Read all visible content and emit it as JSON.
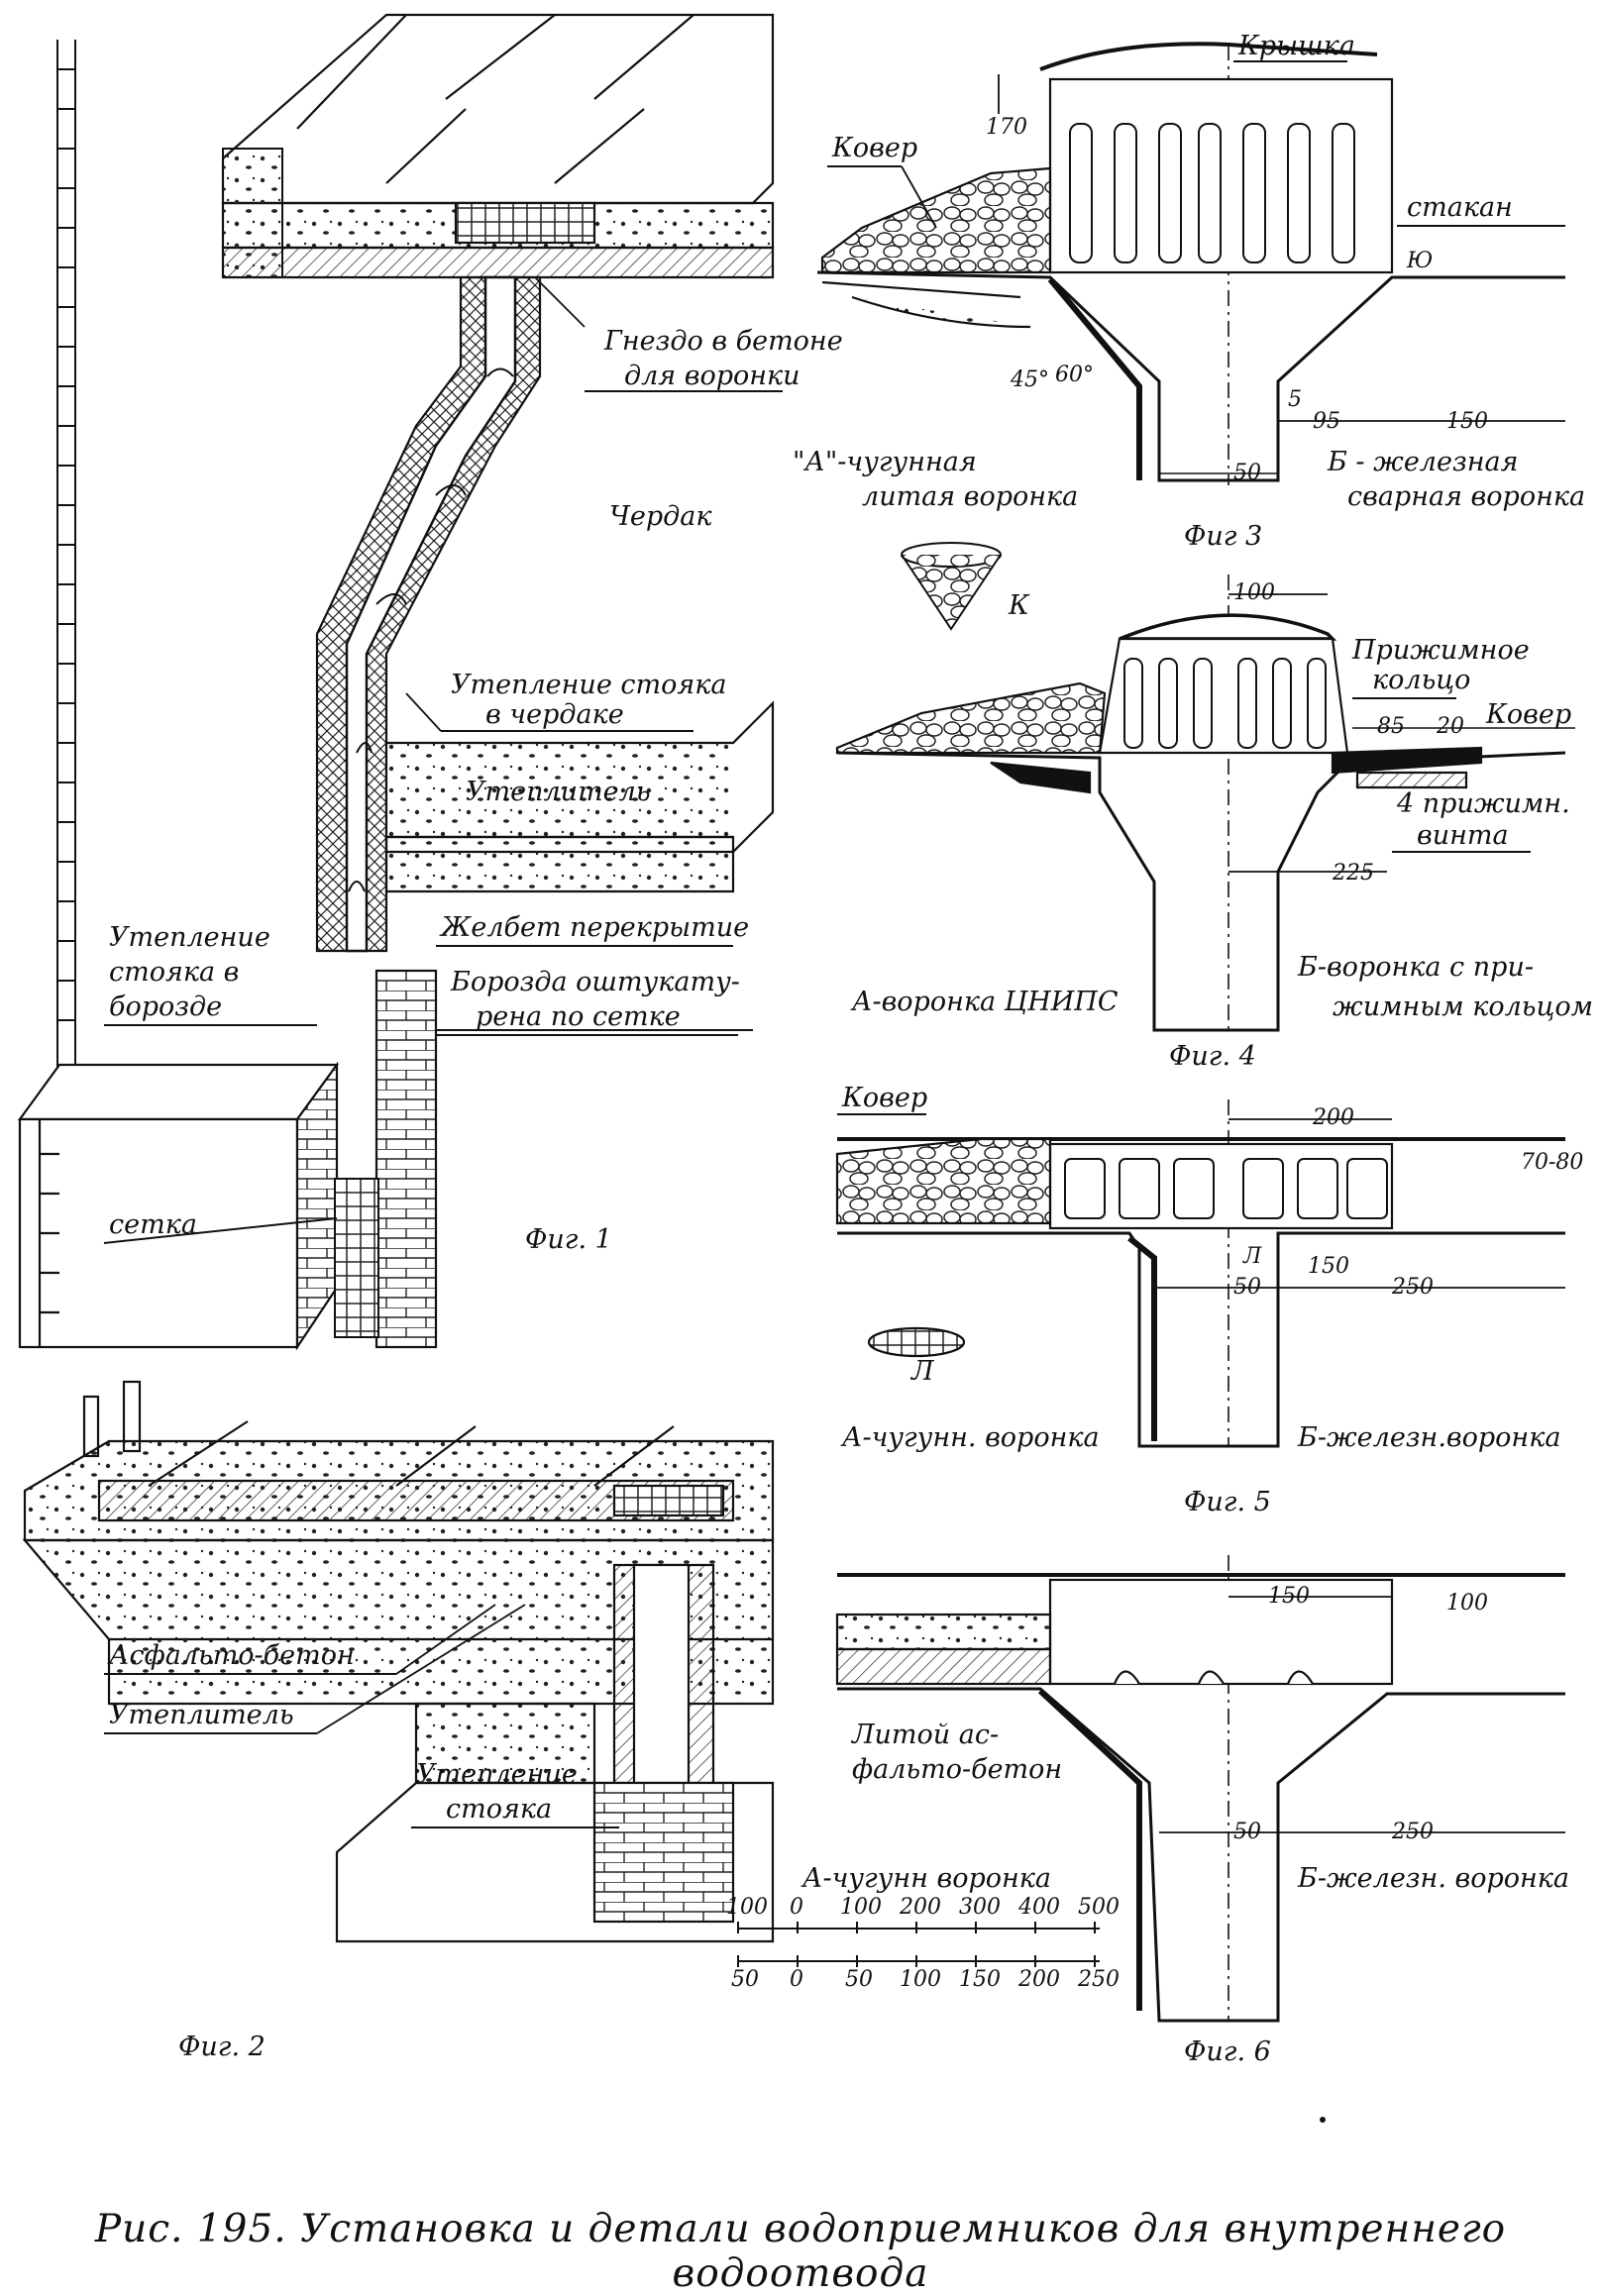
{
  "caption": "Рис. 195. Установка и детали водоприемников для внутреннего водоотвода",
  "figures": {
    "fig1": {
      "title": "Фиг. 1",
      "labels": {
        "nest_line1": "Гнездо в бетоне",
        "nest_line2": "для воронки",
        "attic": "Чердак",
        "riser_attic_line1": "Утепление стояка",
        "riser_attic_line2": "в чердаке",
        "insulation": "Утеплитель",
        "slab": "Желбет перекрытие",
        "riser_groove_line1": "Утепление",
        "riser_groove_line2": "стояка в",
        "riser_groove_line3": "борозде",
        "groove_line1": "Борозда оштукату-",
        "groove_line2": "рена по сетке",
        "mesh": "сетка"
      }
    },
    "fig2": {
      "title": "Фиг. 2",
      "labels": {
        "asphalt": "Асфальто-бетон",
        "insulation": "Утеплитель",
        "riser_line1": "Утепление",
        "riser_line2": "стояка"
      }
    },
    "fig3": {
      "title": "Фиг 3",
      "labels": {
        "cover": "Крышка",
        "carpet": "Ковер",
        "cup": "стакан",
        "cup_mark": "Ю",
        "left_line1": "\"А\"-чугунная",
        "left_line2": "литая воронка",
        "right_line1": "Б - железная",
        "right_line2": "сварная воронка",
        "strainer_mark": "К"
      },
      "dims": {
        "height": "170",
        "angle1": "45°",
        "angle2": "60°",
        "five": "5",
        "d95": "95",
        "d150": "150",
        "d50": "50"
      }
    },
    "fig4": {
      "title": "Фиг. 4",
      "labels": {
        "ring_line1": "Прижимное",
        "ring_line2": "кольцо",
        "carpet": "Ковер",
        "screws_line1": "4 прижимн.",
        "screws_line2": "винта",
        "left": "А-воронка ЦНИПС",
        "right_line1": "Б-воронка с при-",
        "right_line2": "жимным кольцом"
      },
      "dims": {
        "d100": "100",
        "d85": "85",
        "d20": "20",
        "d225": "225"
      }
    },
    "fig5": {
      "title": "Фиг. 5",
      "labels": {
        "carpet": "Ковер",
        "grate_mark": "Л",
        "grate_mark2": "Л",
        "left": "А-чугунн. воронка",
        "right": "Б-железн.воронка"
      },
      "dims": {
        "d200": "200",
        "d70_80": "70-80",
        "d150": "150",
        "d50": "50",
        "d250": "250"
      }
    },
    "fig6": {
      "title": "Фиг. 6",
      "labels": {
        "asphalt_line1": "Литой ас-",
        "asphalt_line2": "фальто-бетон",
        "left": "А-чугунн воронка",
        "right": "Б-железн. воронка"
      },
      "dims": {
        "d150": "150",
        "d100": "100",
        "d50": "50",
        "d250": "250"
      }
    }
  },
  "scale": {
    "top_ticks": [
      "100",
      "0",
      "100",
      "200",
      "300",
      "400",
      "500"
    ],
    "bottom_ticks": [
      "50",
      "0",
      "50",
      "100",
      "150",
      "200",
      "250"
    ]
  }
}
